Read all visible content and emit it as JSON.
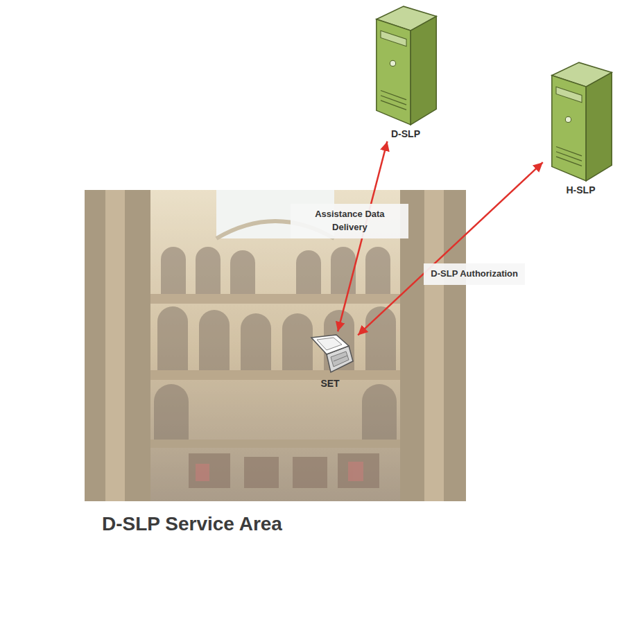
{
  "diagram": {
    "nodes": [
      {
        "text": [
          "D-SLP Service Area"
        ]
      },
      {
        "text": [
          "D-SLP"
        ]
      },
      {
        "text": [
          "H-SLP"
        ]
      },
      {
        "text": [
          "SET"
        ],
        "in": 0
      }
    ],
    "edges": [
      {
        "from": 1,
        "to": 3,
        "arrow": "both",
        "label": "Assistance Data Delivery"
      },
      {
        "from": 2,
        "to": 3,
        "arrow": "both",
        "label": "D-SLP Authorization"
      }
    ]
  }
}
